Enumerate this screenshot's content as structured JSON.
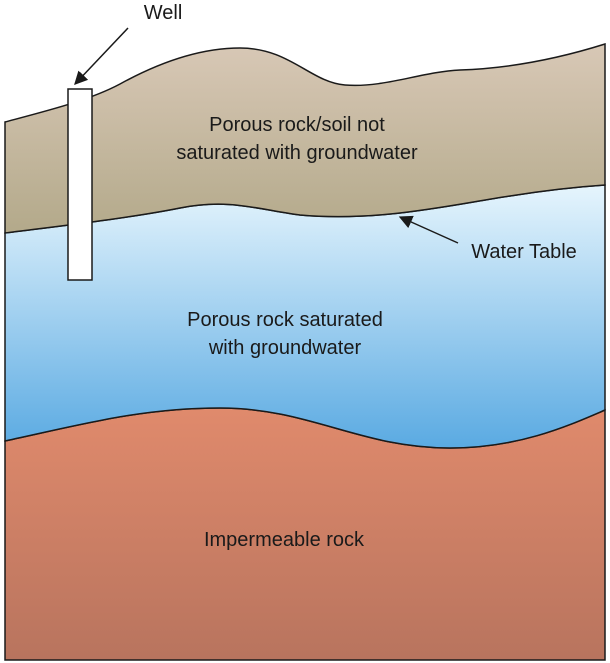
{
  "labels": {
    "well": "Well",
    "unsaturated_line1": "Porous rock/soil not",
    "unsaturated_line2": "saturated with groundwater",
    "water_table": "Water Table",
    "saturated_line1": "Porous rock saturated",
    "saturated_line2": "with groundwater",
    "impermeable": "Impermeable rock"
  },
  "colors": {
    "unsaturated_top": "#d8c8b6",
    "unsaturated_bottom": "#b3a98a",
    "saturated_top": "#e6f5fd",
    "saturated_bottom": "#5aaae2",
    "impermeable_top": "#e08a6c",
    "impermeable_bottom": "#b8745e",
    "outline": "#1a1a1a",
    "well_fill": "#ffffff"
  }
}
